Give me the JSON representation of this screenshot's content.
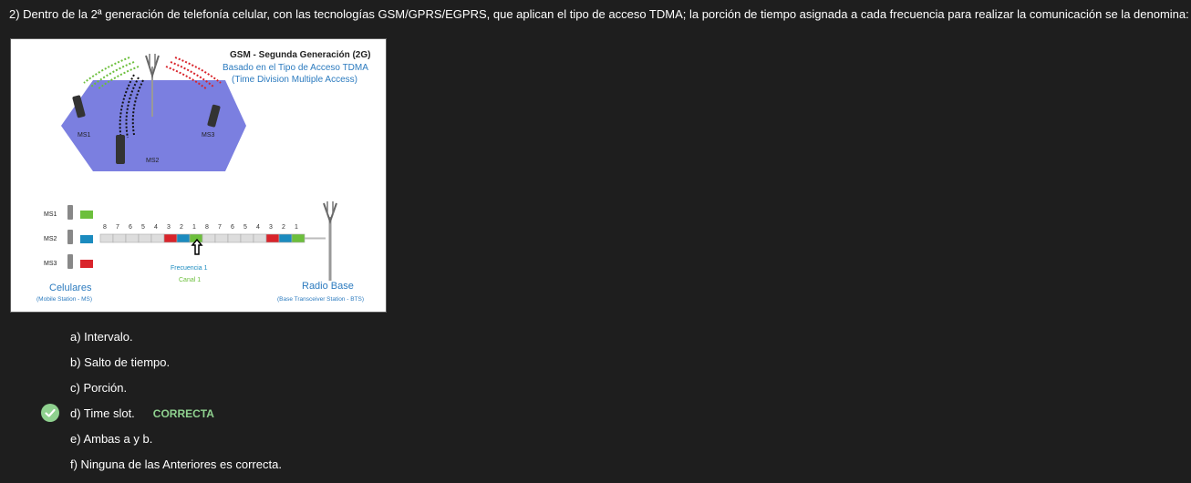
{
  "question": {
    "text": "2) Dentro de la 2ª generación de telefonía celular, con las tecnologías GSM/GPRS/EGPRS, que aplican el tipo de acceso TDMA; la porción de tiempo asignada a cada frecuencia para realizar la comunicación se la denomina:"
  },
  "figure": {
    "title": "GSM - Segunda Generación (2G)",
    "subtitle1": "Basado en el Tipo de Acceso TDMA",
    "subtitle2": "(Time Division Multiple Access)",
    "ms1": "MS1",
    "ms2": "MS2",
    "ms3": "MS3",
    "slot_numbers": [
      "8",
      "7",
      "6",
      "5",
      "4",
      "3",
      "2",
      "1",
      "8",
      "7",
      "6",
      "5",
      "4",
      "3",
      "2",
      "1"
    ],
    "freq_label": "Frecuencia 1",
    "canal_label": "Canal 1",
    "left_title": "Celulares",
    "left_sub": "(Mobile Station - MS)",
    "right_title": "Radio Base",
    "right_sub": "(Base Transceiver Station - BTS)",
    "colors": {
      "green": "#6cbf3c",
      "blue": "#1b8bbf",
      "red": "#d9242b",
      "hex": "#7b7fe0",
      "title_blue": "#2c7bbf"
    }
  },
  "options": [
    {
      "text": "a) Intervalo.",
      "correct": false
    },
    {
      "text": "b) Salto de tiempo.",
      "correct": false
    },
    {
      "text": "c) Porción.",
      "correct": false
    },
    {
      "text": "d) Time slot.",
      "correct": true,
      "tag": "CORRECTA"
    },
    {
      "text": "e) Ambas a y b.",
      "correct": false
    },
    {
      "text": "f) Ninguna de las Anteriores es correcta.",
      "correct": false
    }
  ]
}
